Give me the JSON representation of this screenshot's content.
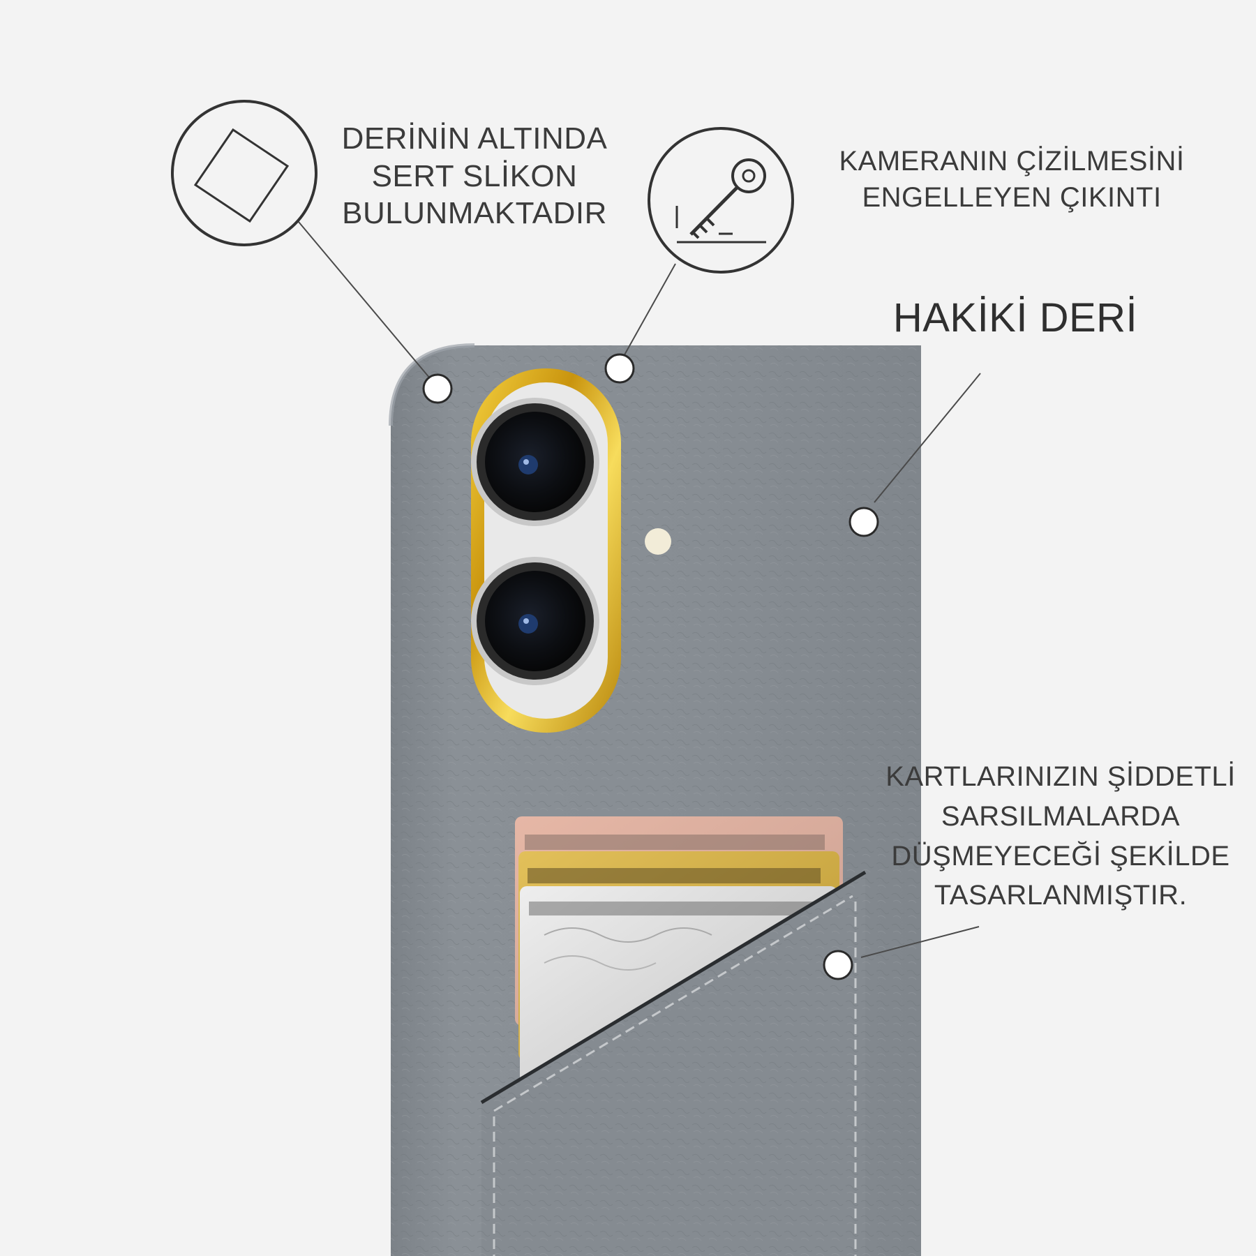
{
  "callouts": {
    "silicone": {
      "lines": [
        "DERİNİN ALTINDA",
        "SERT SLİKON",
        "BULUNMAKTADIR"
      ],
      "icon": "card-outline-icon"
    },
    "camera": {
      "lines": [
        "KAMERANIN ÇİZİLMESİNİ",
        "ENGELLEYEN ÇIKINTI"
      ],
      "icon": "key-scratch-icon"
    },
    "leather": {
      "lines": [
        "HAKİKİ DERİ"
      ]
    },
    "cards": {
      "lines": [
        "KARTLARINIZIN ŞİDDETLİ",
        "SARSILMALARDA",
        "DÜŞMEYECEĞİ ŞEKİLDE",
        "TASARLANMIŞTIR."
      ]
    }
  },
  "colors": {
    "background": "#f3f3f3",
    "leather": "#878d93",
    "gold_ring": "#d9a516",
    "text": "#3b3b3b",
    "line": "#4a4a4a"
  }
}
